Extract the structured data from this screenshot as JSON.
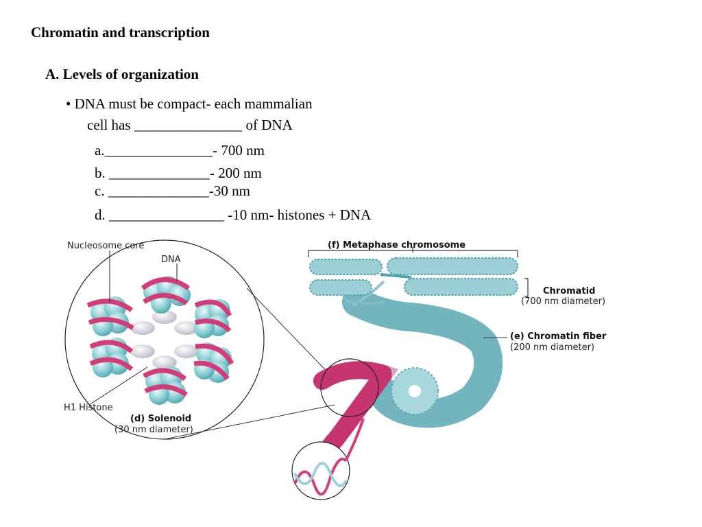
{
  "slide": {
    "title": "Chromatin and transcription",
    "section": "A. Levels of organization",
    "bullet_line1": "• DNA must be compact- each mammalian",
    "bullet_line2": "cell has _______________ of DNA",
    "items": [
      "a._______________- 700 nm",
      "b. ______________- 200 nm",
      "c. ______________-30 nm",
      "d. ________________ -10 nm- histones + DNA"
    ]
  },
  "figure": {
    "labels": {
      "nucleosome_core": "Nucleosome core",
      "dna": "DNA",
      "h1_histone": "H1 Histone",
      "solenoid": "(d) Solenoid",
      "solenoid_diameter": "(30 nm diameter)",
      "metaphase": "(f) Metaphase chromosome",
      "chromatid": "Chromatid",
      "chromatid_diameter": "(700 nm diameter)",
      "chromatin_fiber": "(e) Chromatin fiber",
      "fiber_diameter": "(200 nm diameter)"
    },
    "colors": {
      "dna_pink": "#d23c78",
      "histone_teal": "#8fd0d6",
      "histone_dark": "#4aa3ad",
      "linker_gray": "#d8d8e0"
    }
  }
}
